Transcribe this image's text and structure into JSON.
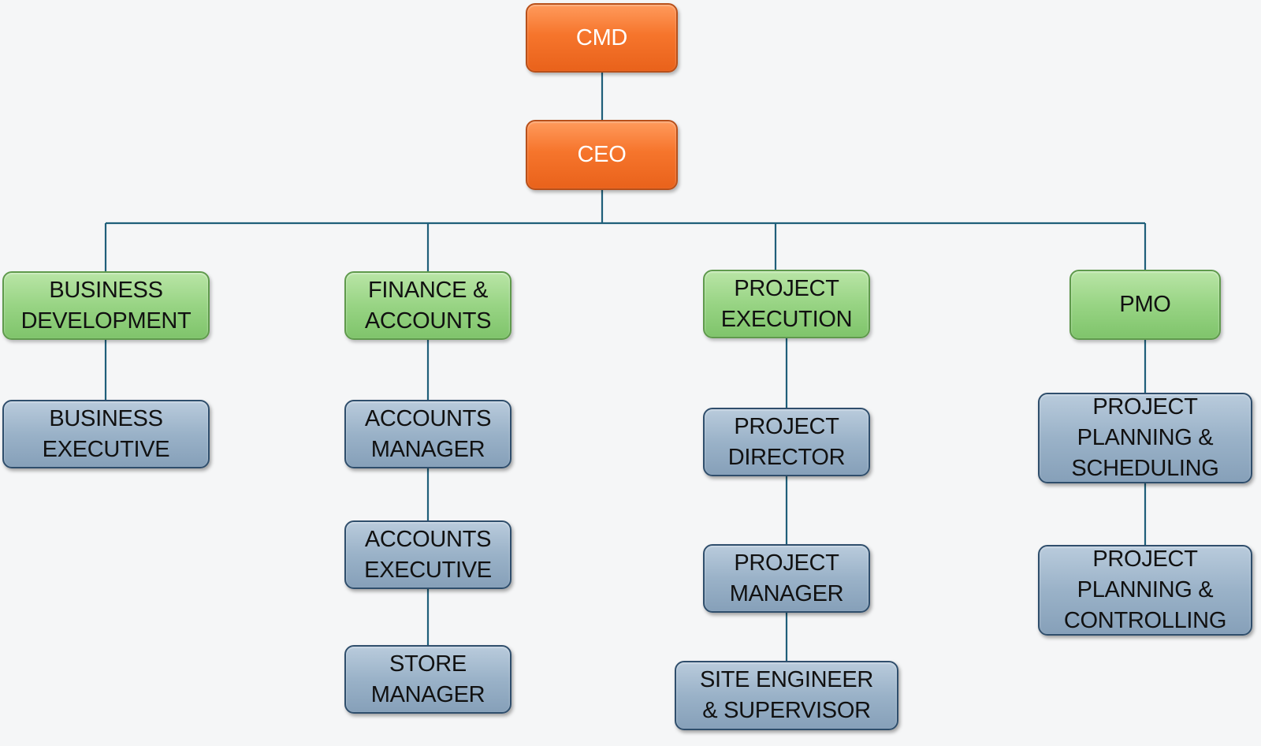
{
  "colors": {
    "executive": "#f6752c",
    "department": "#98d484",
    "role": "#9ab2c8",
    "connector": "#1f5f7a",
    "background": "#f5f6f7"
  },
  "nodes": {
    "cmd": {
      "lines": [
        "CMD"
      ]
    },
    "ceo": {
      "lines": [
        "CEO"
      ]
    },
    "business_development": {
      "lines": [
        "BUSINESS",
        "DEVELOPMENT"
      ]
    },
    "finance_accounts": {
      "lines": [
        "FINANCE &",
        "ACCOUNTS"
      ]
    },
    "project_execution": {
      "lines": [
        "PROJECT",
        "EXECUTION"
      ]
    },
    "pmo": {
      "lines": [
        "PMO"
      ]
    },
    "business_executive": {
      "lines": [
        "BUSINESS",
        "EXECUTIVE"
      ]
    },
    "accounts_manager": {
      "lines": [
        "ACCOUNTS",
        "MANAGER"
      ]
    },
    "accounts_executive": {
      "lines": [
        "ACCOUNTS",
        "EXECUTIVE"
      ]
    },
    "store_manager": {
      "lines": [
        "STORE",
        "MANAGER"
      ]
    },
    "project_director": {
      "lines": [
        "PROJECT",
        "DIRECTOR"
      ]
    },
    "project_manager": {
      "lines": [
        "PROJECT",
        "MANAGER"
      ]
    },
    "site_engineer_supervisor": {
      "lines": [
        "SITE ENGINEER",
        "& SUPERVISOR"
      ]
    },
    "project_planning_scheduling": {
      "lines": [
        "PROJECT",
        "PLANNING &",
        "SCHEDULING"
      ]
    },
    "project_planning_controlling": {
      "lines": [
        "PROJECT",
        "PLANNING &",
        "CONTROLLING"
      ]
    }
  }
}
